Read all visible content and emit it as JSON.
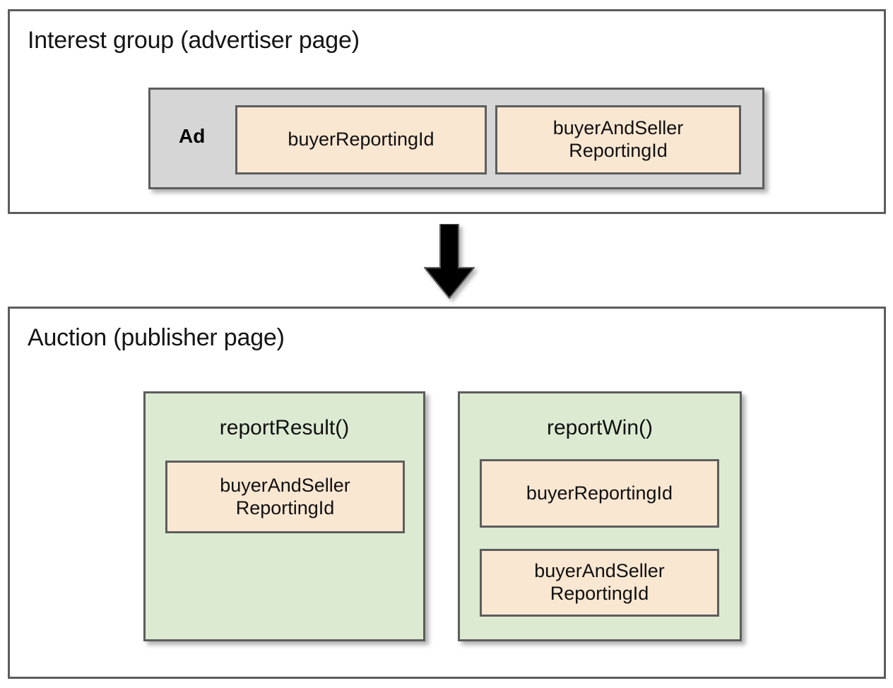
{
  "diagram": {
    "title_top": "Interest group (advertiser page)",
    "title_bottom": "Auction (publisher page)",
    "flow_arrow_icon": "down-arrow-icon",
    "colors": {
      "panel_border": "#5d5d5d",
      "ad_container_fill": "#d6d6d6",
      "peach_fill": "#fae7d2",
      "green_fill": "#dcead2",
      "arrow_fill": "#000000",
      "text": "#101010"
    }
  },
  "interest_group": {
    "title": "Interest group (advertiser page)",
    "ad": {
      "label": "Ad",
      "fields": [
        {
          "label": "buyerReportingId"
        },
        {
          "label": "buyerAndSeller\nReportingId",
          "line1": "buyerAndSeller",
          "line2": "ReportingId"
        }
      ]
    }
  },
  "auction": {
    "title": "Auction (publisher page)",
    "functions": [
      {
        "name": "reportResult()",
        "fields": [
          {
            "line1": "buyerAndSeller",
            "line2": "ReportingId"
          }
        ]
      },
      {
        "name": "reportWin()",
        "fields": [
          {
            "line1": "buyerReportingId",
            "line2": ""
          },
          {
            "line1": "buyerAndSeller",
            "line2": "ReportingId"
          }
        ]
      }
    ]
  }
}
